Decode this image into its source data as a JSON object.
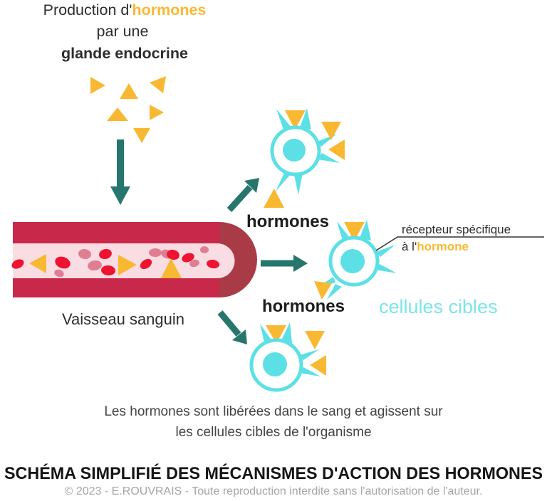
{
  "colors": {
    "accent_yellow": "#f9b832",
    "arrow_teal": "#26766e",
    "cell_turquoise": "#5ce0e6",
    "target_cells_text": "#7ce5eb",
    "vessel_crimson": "#c8294a",
    "vessel_cap_dark": "#a93b46",
    "vessel_lumen_pink": "#f9dde3",
    "blood_cell_red": "#ee1431",
    "blood_cell_muted": "#df7e92",
    "text_dark": "#2e2e2e",
    "copyright_gray": "#a5a5a5"
  },
  "icons": {
    "hormone_triangle": "yellow-triangle-icon",
    "down_arrow": "down-arrow-icon",
    "up_right_arrow": "up-right-arrow-icon",
    "right_arrow": "right-arrow-icon",
    "down_right_arrow": "down-right-arrow-icon",
    "blood_vessel": "blood-vessel-shape",
    "red_blood_cell": "red-blood-cell-ellipse",
    "target_cell": "target-cell-with-receptors"
  },
  "header": {
    "line1_dark": "Production d'",
    "line1_accent": "hormones",
    "line2": "par une",
    "line3": "glande endocrine"
  },
  "vessel": {
    "label": "Vaisseau sanguin"
  },
  "hormone_labels": {
    "upper": "hormones",
    "lower": "hormones"
  },
  "receptor_annotation": {
    "line1": "récepteur spécifique",
    "line2_dark": "à l'",
    "line2_accent": "hormone"
  },
  "target_cells_label": "cellules cibles",
  "caption": {
    "line1": "Les hormones sont libérées dans le sang et agissent sur",
    "line2": "les cellules cibles de l'organisme"
  },
  "footer": {
    "title": "SCHÉMA SIMPLIFIÉ DES MÉCANISMES D'ACTION DES HORMONES",
    "copyright": "© 2023 - E.ROUVRAIS - Toute reproduction interdite sans l'autorisation de l'auteur."
  }
}
